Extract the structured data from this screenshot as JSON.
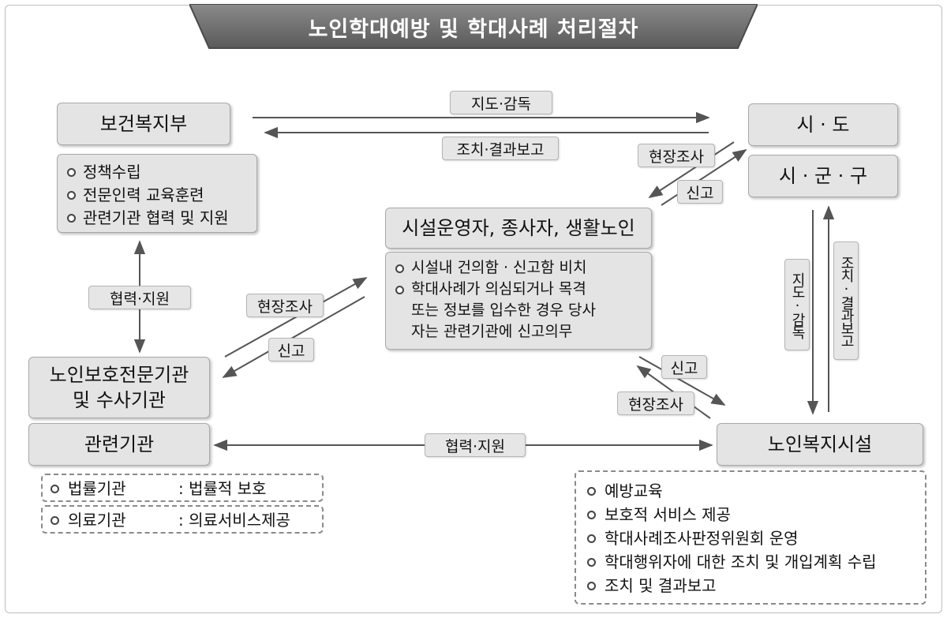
{
  "title": "노인학대예방 및 학대사례 처리절차",
  "nodes": {
    "ministry": {
      "name": "보건복지부",
      "items": [
        "정책수립",
        "전문인력 교육훈련",
        "관련기관 협력 및 지원"
      ]
    },
    "province": {
      "name": "시 · 도"
    },
    "district": {
      "name": "시 · 군 · 구"
    },
    "operators": {
      "name": "시설운영자, 종사자, 생활노인",
      "items": [
        [
          "시설내 건의함 · 신고함 비치"
        ],
        [
          "학대사례가 의심되거나 목격",
          "또는 정보를 입수한 경우 당사",
          "자는 관련기관에 신고의무"
        ]
      ]
    },
    "protection": {
      "name_line1": "노인보호전문기관",
      "name_line2": "및 수사기관"
    },
    "related": {
      "name": "관련기관",
      "rows": [
        {
          "org": "법률기관",
          "role": ": 법률적 보호"
        },
        {
          "org": "의료기관",
          "role": ": 의료서비스제공"
        }
      ]
    },
    "facility": {
      "name": "노인복지시설",
      "items": [
        "예방교육",
        "보호적 서비스 제공",
        "학대사례조사판정위원회 운영",
        "학대행위자에 대한 조치 및 개입계획 수립",
        "조치 및 결과보고"
      ]
    }
  },
  "edges": {
    "guide_supervise_top": "지도·감독",
    "report_result_top": "조치·결과보고",
    "site_investigation_right": "현장조사",
    "report_right": "신고",
    "cooperation_support_left": "협력·지원",
    "site_investigation_left": "현장조사",
    "report_left": "신고",
    "report_bottom": "신고",
    "site_investigation_bottom": "현장조사",
    "cooperation_support_bottom": "협력·지원",
    "guide_supervise_vertical": "지도·감독",
    "report_result_vertical": "조치·결과보고"
  },
  "colors": {
    "title_bg": "#6e6e6e",
    "box_bg": "#e4e4e4",
    "arrow": "#555555"
  }
}
